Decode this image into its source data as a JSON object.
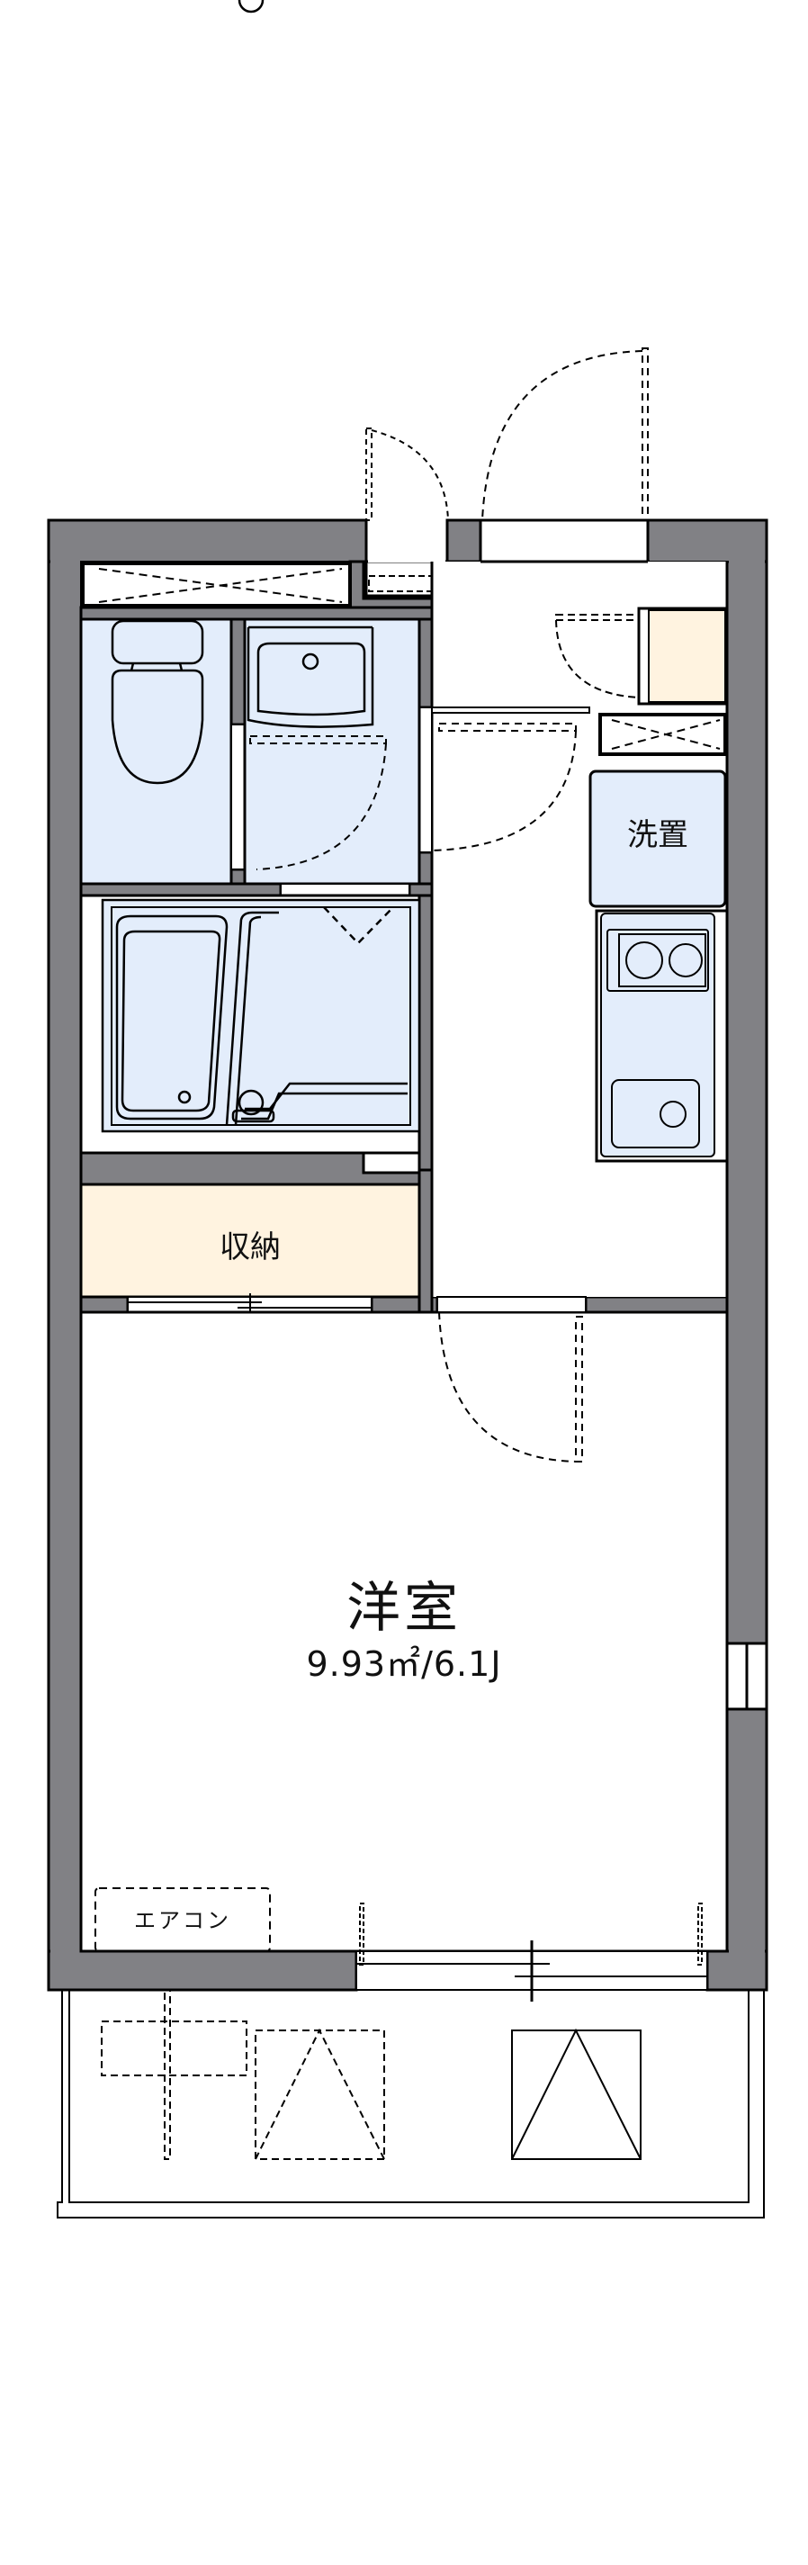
{
  "floor_plan": {
    "colors": {
      "wall": "#818185",
      "outline": "#000000",
      "wet_area": "#e3edfb",
      "storage": "#fff3e0",
      "background": "#ffffff"
    },
    "rooms": {
      "western_room": {
        "name": "洋室",
        "area": "9.93㎡/6.1J"
      },
      "storage": {
        "name": "収納"
      },
      "washer_space": {
        "name": "洗置"
      },
      "air_conditioner": {
        "name": "エアコン"
      }
    },
    "fixtures": [
      "toilet",
      "wash-basin",
      "unit-bath",
      "two-burner-stove",
      "kitchen-sink",
      "shoe-cabinet",
      "closet",
      "meter-box",
      "balcony-outdoor-unit",
      "balcony-fixtures"
    ]
  }
}
